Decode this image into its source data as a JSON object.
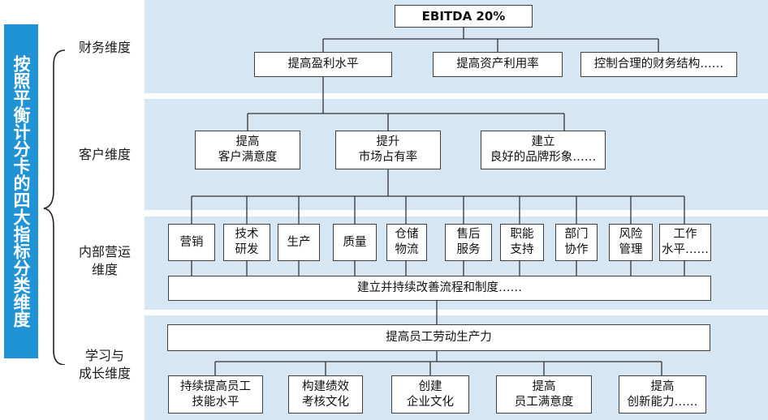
{
  "title": "按照平衡计分卡的四大指标分类维度",
  "dimensions": {
    "financial": "财务维度",
    "customer": "客户维度",
    "internal": "内部营运\n维度",
    "learning": "学习与\n成长维度"
  },
  "top": "EBITDA 20%",
  "financial": [
    "提高盈利水平",
    "提高资产利用率",
    "控制合理的财务结构……"
  ],
  "customer": [
    "提高\n客户满意度",
    "提升\n市场占有率",
    "建立\n良好的品牌形象……"
  ],
  "internal": [
    "营销",
    "技术\n研发",
    "生产",
    "质量",
    "仓储\n物流",
    "售后\n服务",
    "职能\n支持",
    "部门\n协作",
    "风险\n管理",
    "工作\n水平……"
  ],
  "process": "建立并持续改善流程和制度……",
  "productivity": "提高员工劳动生产力",
  "learning": [
    "持续提高员工\n技能水平",
    "构建绩效\n考核文化",
    "创建\n企业文化",
    "提高\n员工满意度",
    "提高\n创新能力……"
  ],
  "colors": {
    "title_bg": "#1f93d5",
    "band": "#d6e6f3",
    "box_border": "#404040"
  }
}
